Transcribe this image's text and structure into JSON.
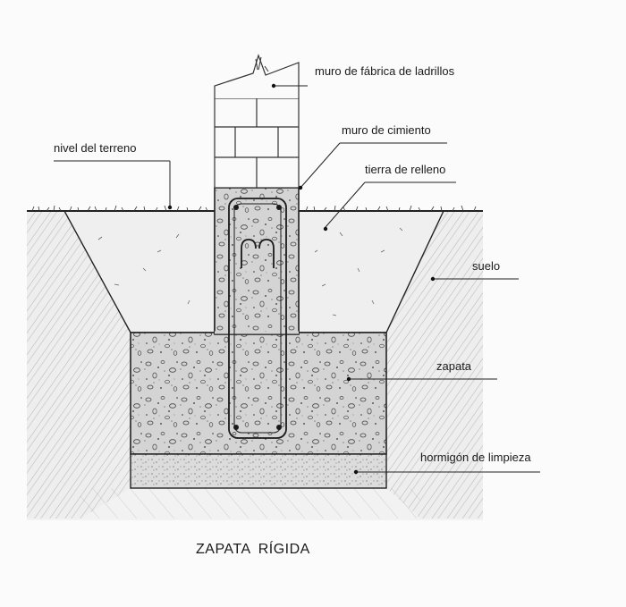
{
  "title": "ZAPATA RÍGIDA",
  "labels": {
    "brick_wall": "muro de fábrica de ladrillos",
    "foundation_wall": "muro de cimiento",
    "ground_level": "nivel del terreno",
    "backfill": "tierra de relleno",
    "soil": "suelo",
    "footing": "zapata",
    "lean_concrete": "hormigón de limpieza"
  }
}
